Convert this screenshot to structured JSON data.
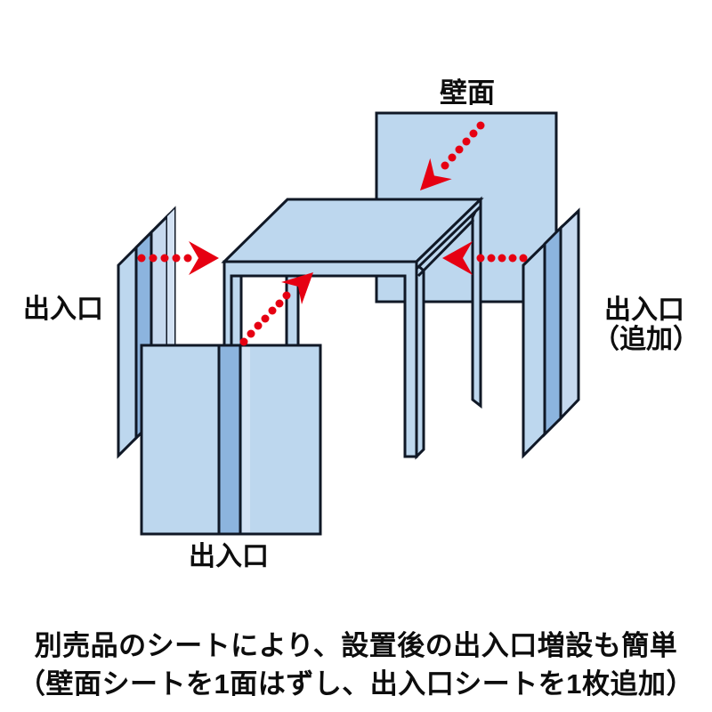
{
  "palette": {
    "panel_light": "#bdd7ee",
    "panel_mid": "#c6d9ef",
    "panel_sliver": "#d3e2f4",
    "stripe_dark": "#8cb4de",
    "outline": "#101826",
    "arrow_red": "#e60012",
    "text_color": "#0d0d0d",
    "bg": "#ffffff"
  },
  "diagram": {
    "wall_label": "壁面",
    "left_entrance_label": "出入口",
    "front_entrance_label": "出入口",
    "right_entrance_label_line1": "出入口",
    "right_entrance_label_line2": "（追加）"
  },
  "caption": {
    "line1": "別売品のシートにより、設置後の出入口増設も簡単",
    "line2": "（壁面シートを1面はずし、出入口シートを1枚追加）"
  }
}
